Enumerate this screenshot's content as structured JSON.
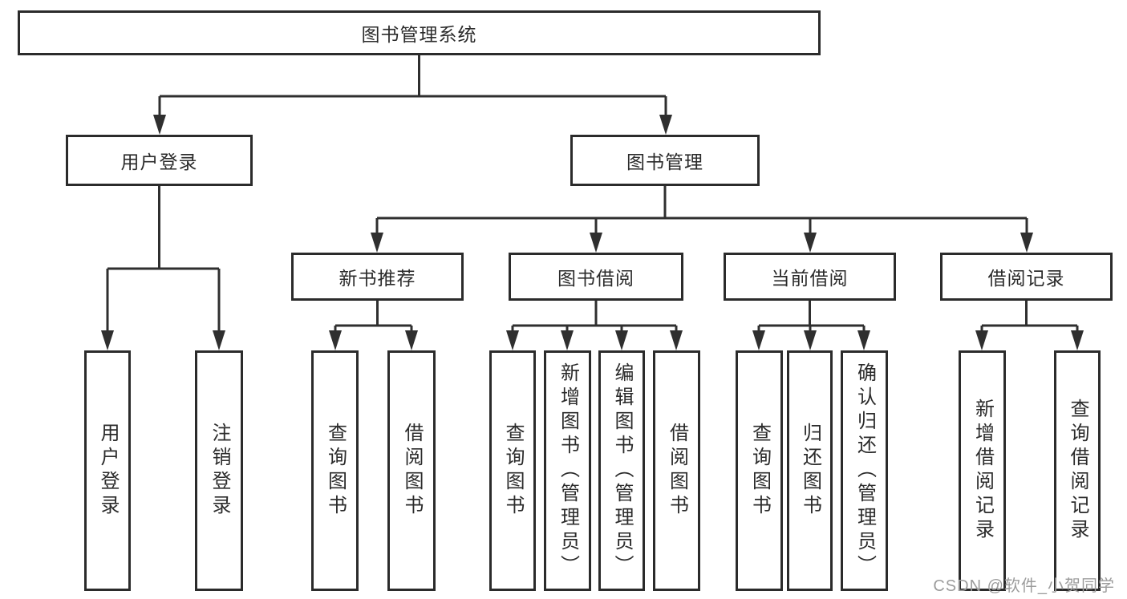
{
  "diagram": {
    "root": {
      "label": "图书管理系统"
    },
    "branches": [
      {
        "label": "用户登录",
        "children": [
          {
            "label": "用户登录"
          },
          {
            "label": "注销登录"
          }
        ]
      },
      {
        "label": "图书管理",
        "children": [
          {
            "label": "新书推荐",
            "children": [
              {
                "label": "查询图书"
              },
              {
                "label": "借阅图书"
              }
            ]
          },
          {
            "label": "图书借阅",
            "children": [
              {
                "label": "查询图书"
              },
              {
                "label": "新增图书（管理员）"
              },
              {
                "label": "编辑图书（管理员）"
              },
              {
                "label": "借阅图书"
              }
            ]
          },
          {
            "label": "当前借阅",
            "children": [
              {
                "label": "查询图书"
              },
              {
                "label": "归还图书"
              },
              {
                "label": "确认归还（管理员）"
              }
            ]
          },
          {
            "label": "借阅记录",
            "children": [
              {
                "label": "新增借阅记录"
              },
              {
                "label": "查询借阅记录"
              }
            ]
          }
        ]
      }
    ]
  },
  "watermark": {
    "text": "CSDN @软件_小贺同学"
  },
  "colors": {
    "line": "#2f2f2f",
    "box_border": "#2b2b2b",
    "text": "#2b2b2b",
    "watermark": "#9c9c9c",
    "background": "#ffffff"
  }
}
